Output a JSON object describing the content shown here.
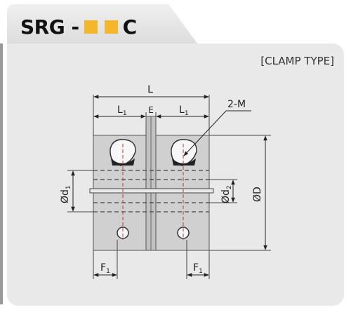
{
  "header": {
    "prefix": "SRG -",
    "suffix": "C",
    "placeholder_color": "#f4b62a"
  },
  "type_label": "[CLAMP TYPE]",
  "dimensions": {
    "L": "L",
    "L1_left": "L",
    "L1_left_sub": "1",
    "E": "E",
    "L1_right": "L",
    "L1_right_sub": "1",
    "M": "2-M",
    "d1": "Ød",
    "d1_sub": "1",
    "d2": "Ød",
    "d2_sub": "2",
    "D": "ØD",
    "F1_left": "F",
    "F1_left_sub": "1",
    "F1_right": "F",
    "F1_right_sub": "1"
  }
}
